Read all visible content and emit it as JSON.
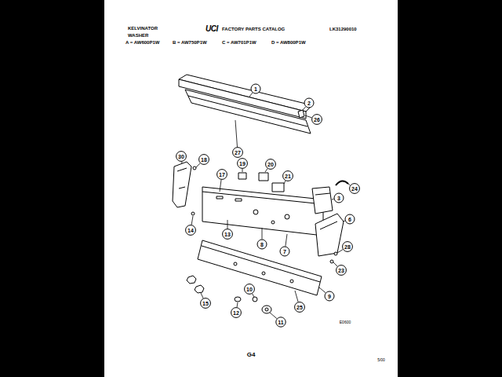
{
  "diagram": {
    "title": "FACTORY PARTS CATALOG",
    "labels": [
      "KELVINATOR",
      "WASHER",
      "UCI",
      "LK31290010",
      "A = AW600P1W",
      "B = AW750P1W",
      "C = AW701P1W",
      "D = AW800P1W",
      "1",
      "2",
      "26",
      "27",
      "30",
      "18",
      "17",
      "19",
      "20",
      "21",
      "24",
      "3",
      "6",
      "14",
      "13",
      "8",
      "7",
      "28",
      "23",
      "9",
      "15",
      "12",
      "10",
      "11",
      "25",
      "E0600",
      "G4",
      "5/00"
    ]
  }
}
